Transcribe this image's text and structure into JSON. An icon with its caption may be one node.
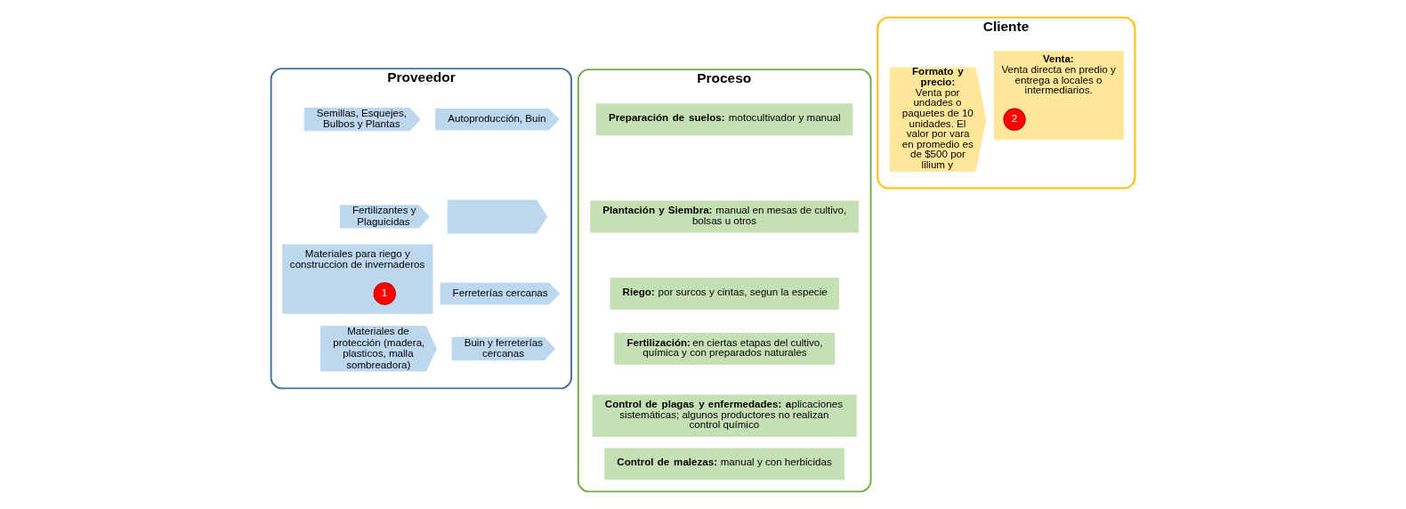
{
  "diagram": {
    "nodes": [
      {
        "text": [
          "Proveedor"
        ]
      },
      {
        "text": [
          "Semillas, Esquejes, Bulbos y Plantas"
        ],
        "in": 0
      },
      {
        "text": [
          "Autoproducción, Buin"
        ],
        "in": 0
      },
      {
        "text": [
          "Fertilizantes y Plaguicidas"
        ],
        "in": 0
      },
      {
        "text": [],
        "shape": "chevron",
        "in": 0
      },
      {
        "text": [
          "Materiales para riego y construccion de invernaderos"
        ],
        "in": 0
      },
      {
        "text": [
          "1"
        ],
        "in": 5
      },
      {
        "text": [
          "Ferreterías cercanas"
        ],
        "in": 0
      },
      {
        "text": [
          "Materiales de protección (madera, plasticos, malla sombreadora)"
        ],
        "in": 0
      },
      {
        "text": [
          "Buin y ferreterías cercanas"
        ],
        "in": 0
      },
      {
        "text": [
          "Proceso"
        ]
      },
      {
        "text": [
          "**Preparación de suelos:** motocultivador y manual"
        ],
        "in": 10
      },
      {
        "text": [
          "**Plantación y Siembra:** manual en mesas de cultivo, bolsas u otros"
        ],
        "in": 10
      },
      {
        "text": [
          "**Riego:** por surcos y cintas, segun la especie"
        ],
        "in": 10
      },
      {
        "text": [
          "**Fertilización:** en ciertas etapas del cultivo, química y con preparados naturales"
        ],
        "in": 10
      },
      {
        "text": [
          "**Control de plagas y enfermedades: a**plicaciones sistemáticas; algunos productores no realizan control químico"
        ],
        "in": 10
      },
      {
        "text": [
          "**Control de malezas:** manual y con herbicidas"
        ],
        "in": 10
      },
      {
        "text": [
          "Cliente"
        ]
      },
      {
        "text": [
          "Venta:",
          "Venta directa en predio y entrega a locales o intermediarios."
        ],
        "in": 17
      },
      {
        "text": [
          "2"
        ],
        "in": 18
      },
      {
        "text": [
          "Formato y precio:",
          "Venta por undades o paquetes de 10 unidades. El valor por vara en promedio es de $500 por lilium y"
        ],
        "in": 17
      }
    ],
    "edges": []
  }
}
